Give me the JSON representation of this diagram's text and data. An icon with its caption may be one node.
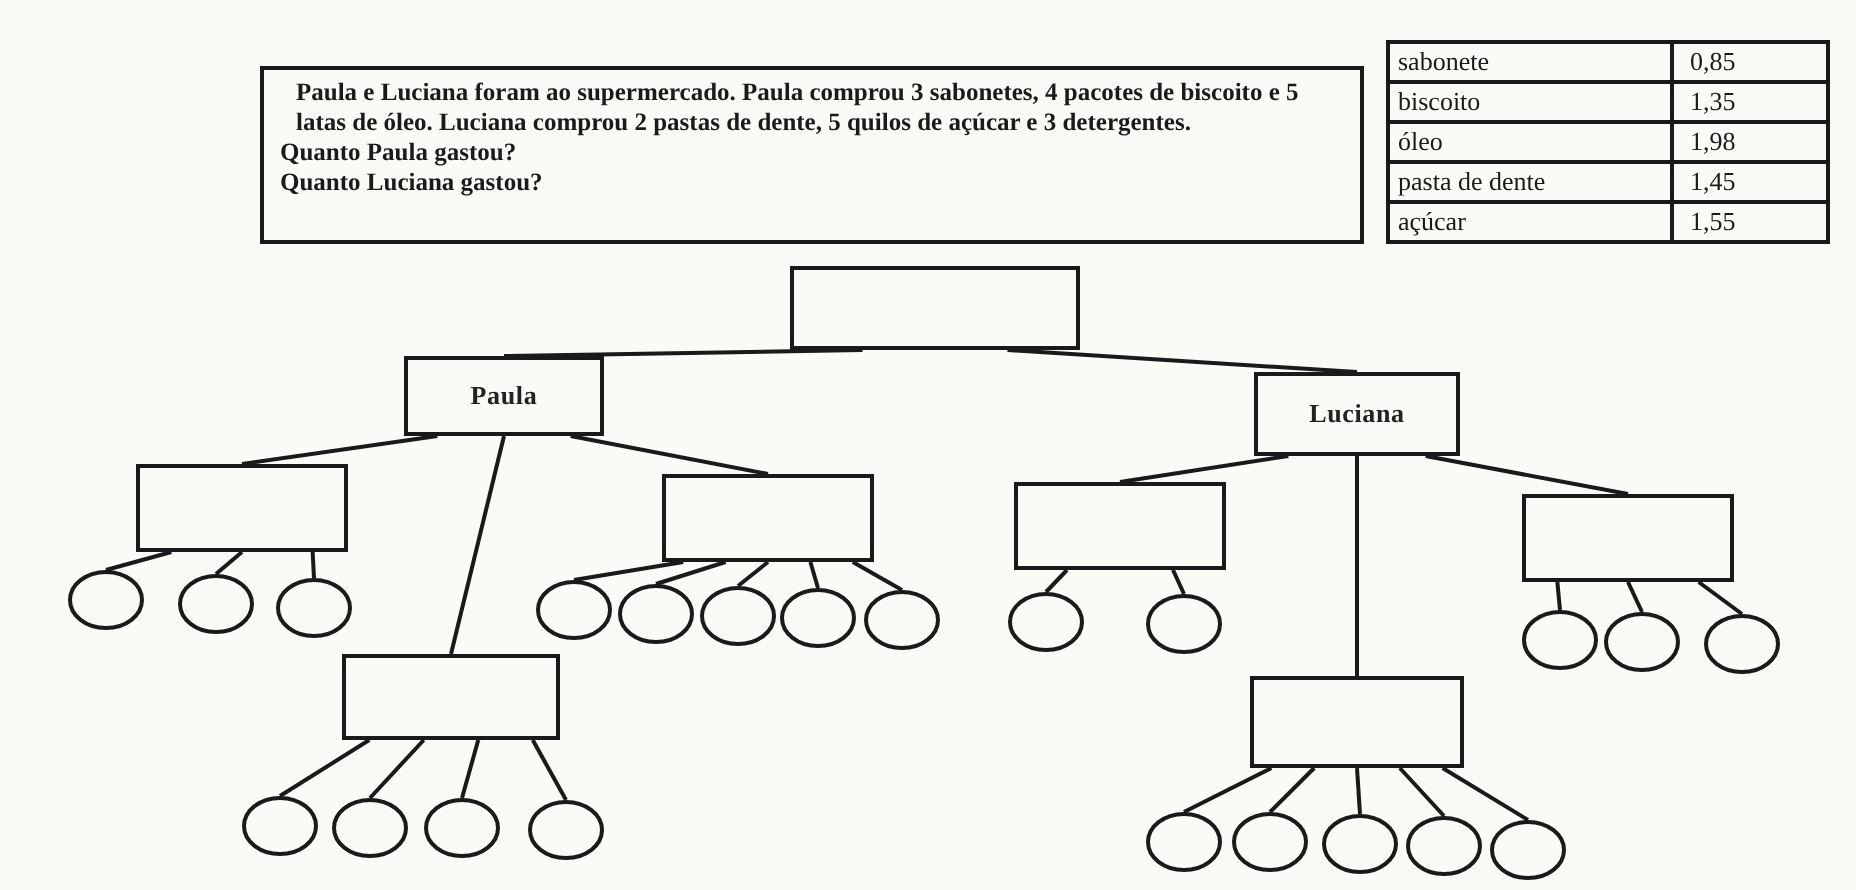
{
  "diagram": {
    "nodes": [
      {
        "text": [
          "Paula e Luciana foram ao supermercado. Paula comprou 3 sabonetes, 4 pacotes de biscoito e 5 latas de óleo. Luciana comprou 2 pastas de dente, 5 quilos de açúcar e 3 detergentes.",
          "Quanto Paula gastou?",
          "Quanto Luciana gastou?"
        ]
      },
      {
        "text": [],
        "shape": "box"
      },
      {
        "text": [
          "Paula"
        ]
      },
      {
        "text": [
          "Luciana"
        ]
      },
      {
        "text": [],
        "shape": "box"
      },
      {
        "text": [],
        "shape": "box"
      },
      {
        "text": [],
        "shape": "box"
      },
      {
        "text": [],
        "shape": "box"
      },
      {
        "text": [],
        "shape": "box"
      },
      {
        "text": [],
        "shape": "box"
      },
      {
        "text": [],
        "shape": "circle"
      },
      {
        "text": [],
        "shape": "circle"
      },
      {
        "text": [],
        "shape": "circle"
      },
      {
        "text": [],
        "shape": "circle"
      },
      {
        "text": [],
        "shape": "circle"
      },
      {
        "text": [],
        "shape": "circle"
      },
      {
        "text": [],
        "shape": "circle"
      },
      {
        "text": [],
        "shape": "circle"
      },
      {
        "text": [],
        "shape": "circle"
      },
      {
        "text": [],
        "shape": "circle"
      },
      {
        "text": [],
        "shape": "circle"
      },
      {
        "text": [],
        "shape": "circle"
      },
      {
        "text": [],
        "shape": "circle"
      },
      {
        "text": [],
        "shape": "circle"
      },
      {
        "text": [],
        "shape": "circle"
      },
      {
        "text": [],
        "shape": "circle"
      },
      {
        "text": [],
        "shape": "circle"
      },
      {
        "text": [],
        "shape": "circle"
      },
      {
        "text": [],
        "shape": "circle"
      },
      {
        "text": [],
        "shape": "circle"
      },
      {
        "text": [],
        "shape": "circle"
      },
      {
        "text": [],
        "shape": "circle"
      }
    ],
    "edges": [
      {
        "from": 1,
        "to": 2,
        "arrow": "none"
      },
      {
        "from": 1,
        "to": 3,
        "arrow": "none"
      },
      {
        "from": 2,
        "to": 4,
        "arrow": "none"
      },
      {
        "from": 2,
        "to": 6,
        "arrow": "none"
      },
      {
        "from": 2,
        "to": 5,
        "arrow": "none"
      },
      {
        "from": 3,
        "to": 7,
        "arrow": "none"
      },
      {
        "from": 3,
        "to": 9,
        "arrow": "none"
      },
      {
        "from": 3,
        "to": 8,
        "arrow": "none"
      },
      {
        "from": 4,
        "to": 10,
        "arrow": "none"
      },
      {
        "from": 4,
        "to": 11,
        "arrow": "none"
      },
      {
        "from": 4,
        "to": 12,
        "arrow": "none"
      },
      {
        "from": 5,
        "to": 13,
        "arrow": "none"
      },
      {
        "from": 5,
        "to": 14,
        "arrow": "none"
      },
      {
        "from": 5,
        "to": 15,
        "arrow": "none"
      },
      {
        "from": 5,
        "to": 16,
        "arrow": "none"
      },
      {
        "from": 5,
        "to": 17,
        "arrow": "none"
      },
      {
        "from": 7,
        "to": 18,
        "arrow": "none"
      },
      {
        "from": 7,
        "to": 19,
        "arrow": "none"
      },
      {
        "from": 8,
        "to": 20,
        "arrow": "none"
      },
      {
        "from": 8,
        "to": 21,
        "arrow": "none"
      },
      {
        "from": 8,
        "to": 22,
        "arrow": "none"
      },
      {
        "from": 6,
        "to": 23,
        "arrow": "none"
      },
      {
        "from": 6,
        "to": 24,
        "arrow": "none"
      },
      {
        "from": 6,
        "to": 25,
        "arrow": "none"
      },
      {
        "from": 6,
        "to": 26,
        "arrow": "none"
      },
      {
        "from": 9,
        "to": 27,
        "arrow": "none"
      },
      {
        "from": 9,
        "to": 28,
        "arrow": "none"
      },
      {
        "from": 9,
        "to": 29,
        "arrow": "none"
      },
      {
        "from": 9,
        "to": 30,
        "arrow": "none"
      },
      {
        "from": 9,
        "to": 31,
        "arrow": "none"
      }
    ],
    "labels": [
      "sabonete",
      "0,85",
      "biscoito",
      "1,35",
      "óleo",
      "1,98",
      "pasta de dente",
      "1,45",
      "açúcar",
      "1,55"
    ]
  }
}
